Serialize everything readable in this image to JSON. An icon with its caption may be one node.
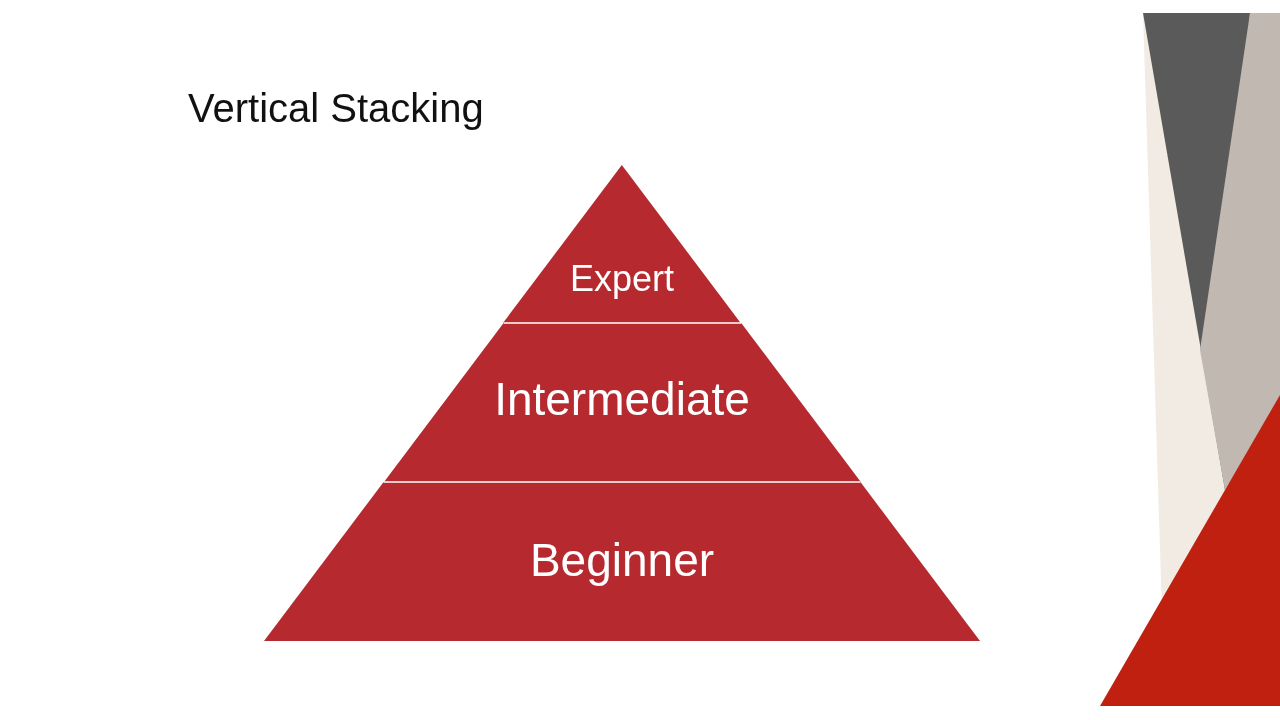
{
  "diagram": {
    "title": "Vertical Stacking",
    "nodes": [
      {
        "text": [
          "Expert"
        ]
      },
      {
        "text": [
          "Intermediate"
        ]
      },
      {
        "text": [
          "Beginner"
        ]
      }
    ]
  }
}
